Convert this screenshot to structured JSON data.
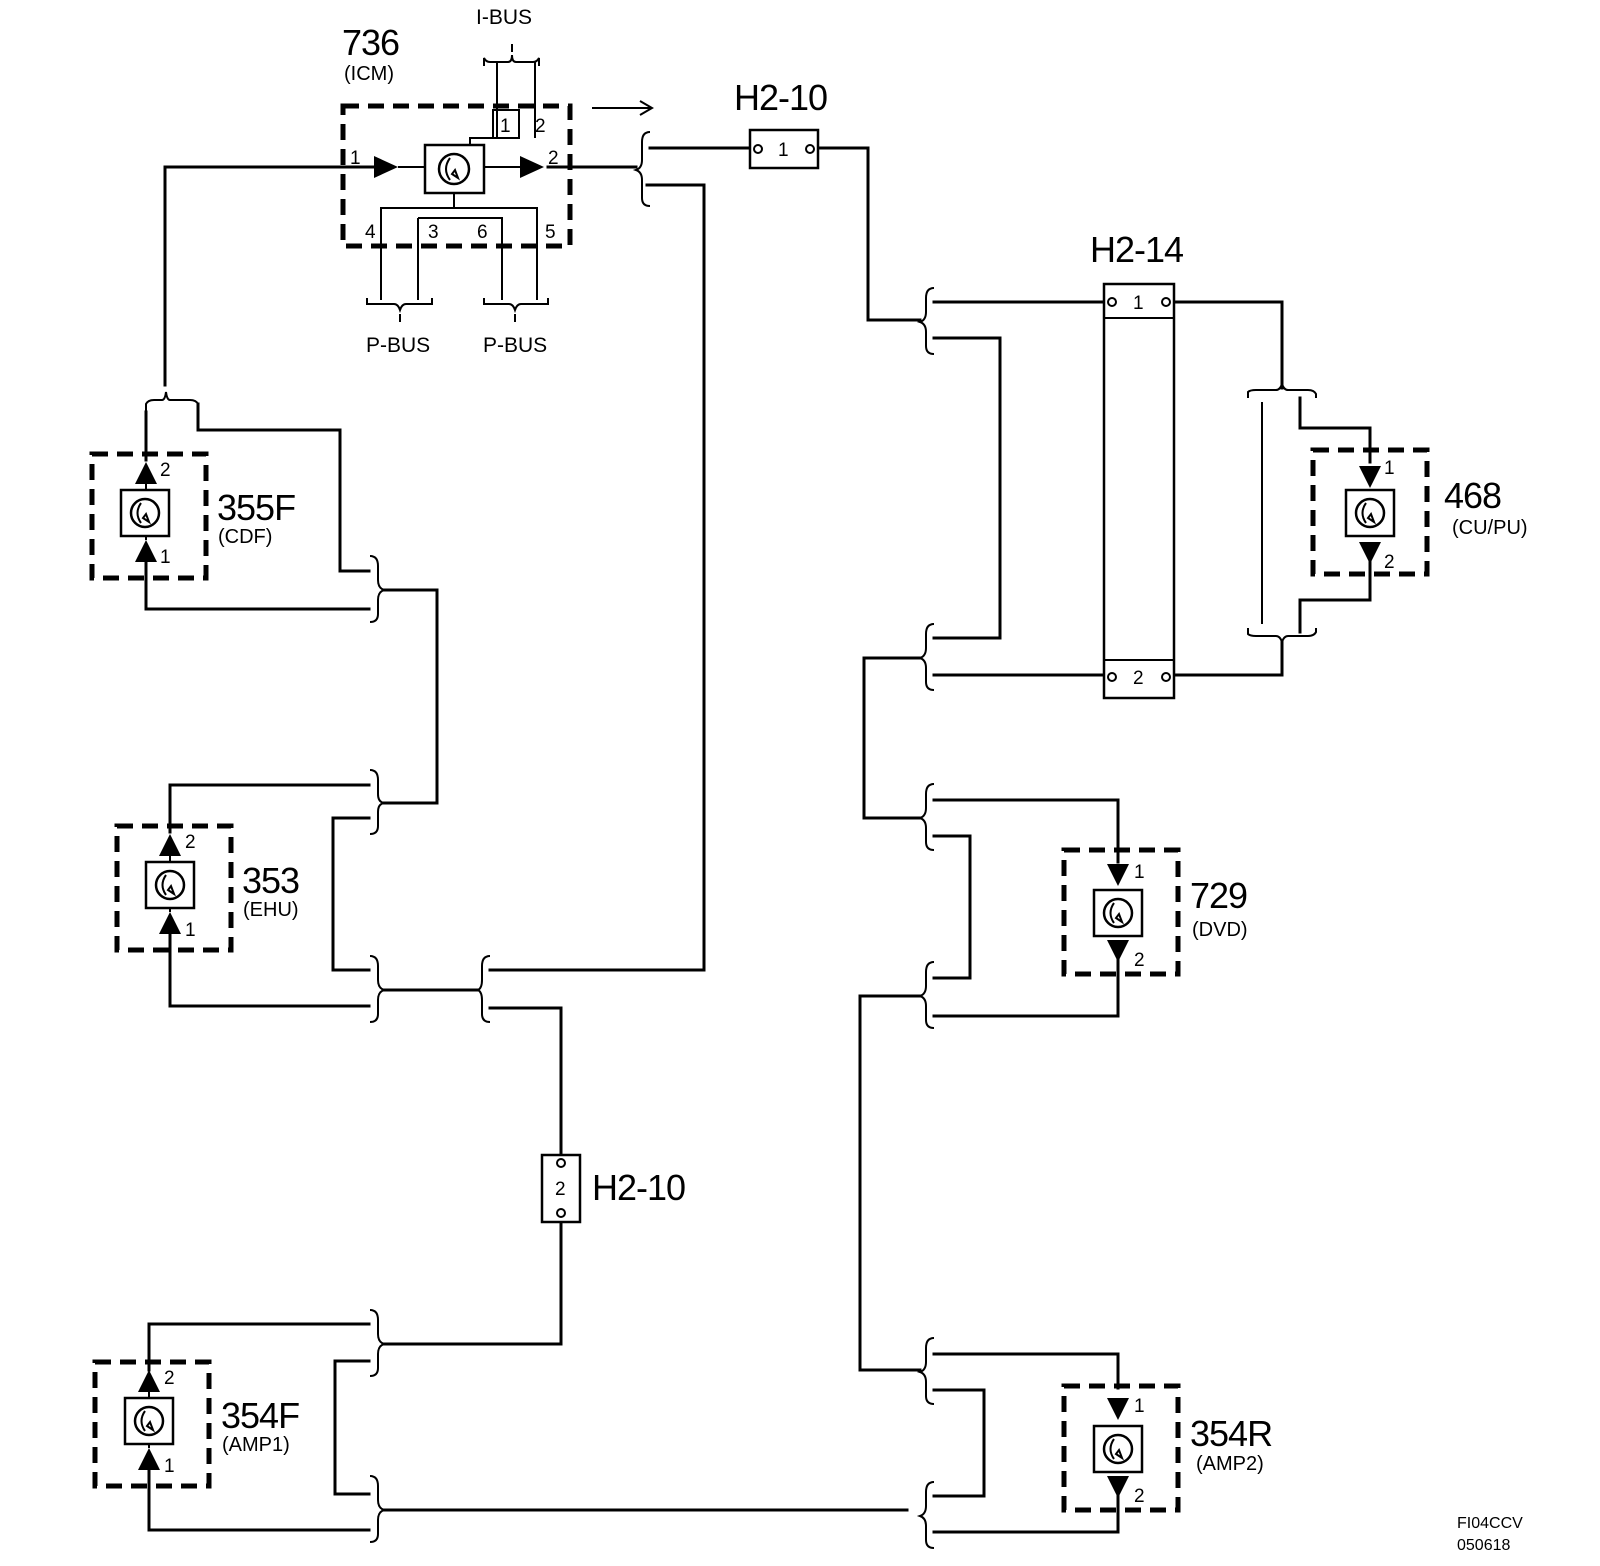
{
  "icm": {
    "id": "736",
    "name": "(ICM)",
    "pins": [
      "1",
      "2",
      "3",
      "4",
      "5",
      "6"
    ],
    "ibus_pins": [
      "1",
      "2"
    ]
  },
  "buses": {
    "ibus": "I-BUS",
    "pbus_left": "P-BUS",
    "pbus_right": "P-BUS"
  },
  "connectors": {
    "h2_10_top": {
      "id": "H2-10",
      "pin": "1"
    },
    "h2_10_bottom": {
      "id": "H2-10",
      "pin": "2"
    },
    "h2_14": {
      "id": "H2-14",
      "pins": [
        "1",
        "2"
      ]
    }
  },
  "nodes": [
    {
      "key": "cdf",
      "id": "355F",
      "name": "(CDF)",
      "pin_out": "2",
      "pin_in": "1"
    },
    {
      "key": "ehu",
      "id": "353",
      "name": "(EHU)",
      "pin_out": "2",
      "pin_in": "1"
    },
    {
      "key": "amp1",
      "id": "354F",
      "name": "(AMP1)",
      "pin_out": "2",
      "pin_in": "1"
    },
    {
      "key": "cupu",
      "id": "468",
      "name": "(CU/PU)",
      "pin_in": "1",
      "pin_out": "2"
    },
    {
      "key": "dvd",
      "id": "729",
      "name": "(DVD)",
      "pin_in": "1",
      "pin_out": "2"
    },
    {
      "key": "amp2",
      "id": "354R",
      "name": "(AMP2)",
      "pin_in": "1",
      "pin_out": "2"
    }
  ],
  "figure_ref": {
    "line1": "FI04CCV",
    "line2": "050618"
  }
}
